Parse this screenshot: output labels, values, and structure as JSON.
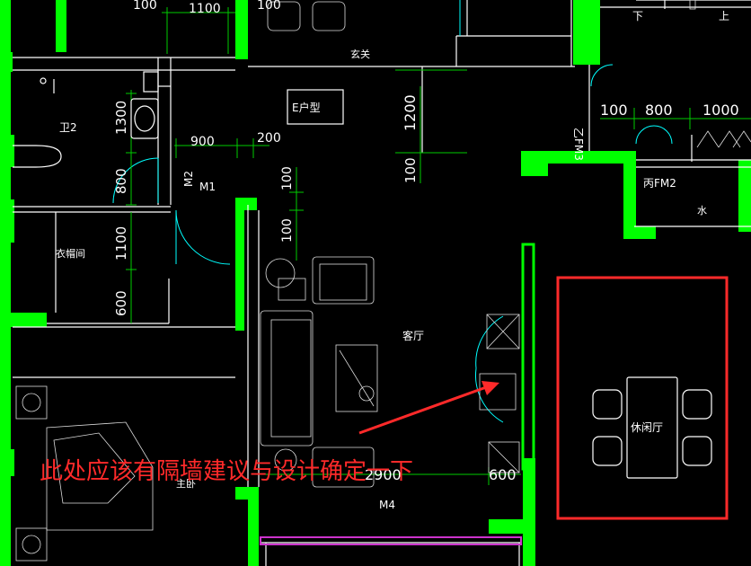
{
  "plan": {
    "room_labels": {
      "foyer": "玄关",
      "unit_type": "E户型",
      "bathroom_2": "卫2",
      "cloakroom": "衣帽间",
      "living_room": "客厅",
      "lounge": "休闲厅",
      "kitchen_west": "丙FM2",
      "water": "水",
      "master_bedroom": "主卧",
      "door_m2": "M2",
      "door_m1": "M1",
      "door_m4": "M4",
      "door_zfm3": "乙FM3",
      "stair_down": "下",
      "stair_up": "上"
    },
    "dimensions": {
      "d100_top": "100",
      "d1100_top": "1100",
      "d100_top2": "100",
      "d1300": "1300",
      "d800": "800",
      "d900": "900",
      "d200": "200",
      "d1100_left": "1100",
      "d600_left": "600",
      "d100_v1": "100",
      "d100_v2": "100",
      "d1200": "1200",
      "d100_v3": "100",
      "d100_right": "100",
      "d800_right": "800",
      "d1000_right": "1000",
      "d2900": "2900",
      "d600_bottom": "600"
    }
  },
  "annotation": {
    "comment": "此处应该有隔墙建议与设计确定一下"
  },
  "colors": {
    "wall": "#00ff00",
    "annotation": "#ff2a2a",
    "background": "#000000"
  }
}
